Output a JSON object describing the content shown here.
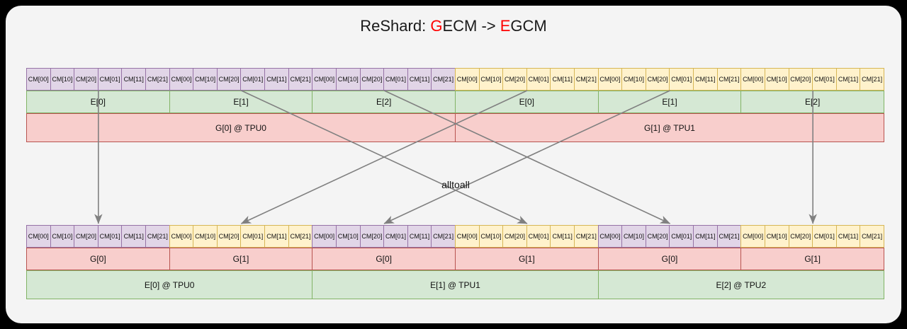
{
  "title": {
    "prefix": "ReShard: ",
    "src_head": "G",
    "src_rest": "ECM",
    "arrow": " -> ",
    "dst_head": "E",
    "dst_rest": "GCM"
  },
  "colors": {
    "background": "#000000",
    "panel": "#f4f4f4",
    "purple_fill": "#e1d5e7",
    "purple_stroke": "#9673a6",
    "yellow_fill": "#fff2cc",
    "yellow_stroke": "#d6b656",
    "green_fill": "#d5e8d4",
    "green_stroke": "#82b366",
    "red_fill": "#f8cecc",
    "red_stroke": "#b85450",
    "arrow": "#808080",
    "accent_red": "#ff0000"
  },
  "cell_labels": [
    "CM[00]",
    "CM[10]",
    "CM[20]",
    "CM[01]",
    "CM[11]",
    "CM[21]"
  ],
  "top": {
    "cells": [
      {
        "label": "CM[00]",
        "color": "purple"
      },
      {
        "label": "CM[10]",
        "color": "purple"
      },
      {
        "label": "CM[20]",
        "color": "purple"
      },
      {
        "label": "CM[01]",
        "color": "purple"
      },
      {
        "label": "CM[11]",
        "color": "purple"
      },
      {
        "label": "CM[21]",
        "color": "purple"
      },
      {
        "label": "CM[00]",
        "color": "purple"
      },
      {
        "label": "CM[10]",
        "color": "purple"
      },
      {
        "label": "CM[20]",
        "color": "purple"
      },
      {
        "label": "CM[01]",
        "color": "purple"
      },
      {
        "label": "CM[11]",
        "color": "purple"
      },
      {
        "label": "CM[21]",
        "color": "purple"
      },
      {
        "label": "CM[00]",
        "color": "purple"
      },
      {
        "label": "CM[10]",
        "color": "purple"
      },
      {
        "label": "CM[20]",
        "color": "purple"
      },
      {
        "label": "CM[01]",
        "color": "purple"
      },
      {
        "label": "CM[11]",
        "color": "purple"
      },
      {
        "label": "CM[21]",
        "color": "purple"
      },
      {
        "label": "CM[00]",
        "color": "yellow"
      },
      {
        "label": "CM[10]",
        "color": "yellow"
      },
      {
        "label": "CM[20]",
        "color": "yellow"
      },
      {
        "label": "CM[01]",
        "color": "yellow"
      },
      {
        "label": "CM[11]",
        "color": "yellow"
      },
      {
        "label": "CM[21]",
        "color": "yellow"
      },
      {
        "label": "CM[00]",
        "color": "yellow"
      },
      {
        "label": "CM[10]",
        "color": "yellow"
      },
      {
        "label": "CM[20]",
        "color": "yellow"
      },
      {
        "label": "CM[01]",
        "color": "yellow"
      },
      {
        "label": "CM[11]",
        "color": "yellow"
      },
      {
        "label": "CM[21]",
        "color": "yellow"
      },
      {
        "label": "CM[00]",
        "color": "yellow"
      },
      {
        "label": "CM[10]",
        "color": "yellow"
      },
      {
        "label": "CM[20]",
        "color": "yellow"
      },
      {
        "label": "CM[01]",
        "color": "yellow"
      },
      {
        "label": "CM[11]",
        "color": "yellow"
      },
      {
        "label": "CM[21]",
        "color": "yellow"
      }
    ],
    "expert_segments": [
      {
        "label": "E[0]",
        "color": "green"
      },
      {
        "label": "E[1]",
        "color": "green"
      },
      {
        "label": "E[2]",
        "color": "green"
      },
      {
        "label": "E[0]",
        "color": "green"
      },
      {
        "label": "E[1]",
        "color": "green"
      },
      {
        "label": "E[2]",
        "color": "green"
      }
    ],
    "device_segments": [
      {
        "label": "G[0] @ TPU0",
        "color": "red"
      },
      {
        "label": "G[1] @ TPU1",
        "color": "red"
      }
    ]
  },
  "bottom": {
    "cells": [
      {
        "label": "CM[00]",
        "color": "purple"
      },
      {
        "label": "CM[10]",
        "color": "purple"
      },
      {
        "label": "CM[20]",
        "color": "purple"
      },
      {
        "label": "CM[01]",
        "color": "purple"
      },
      {
        "label": "CM[11]",
        "color": "purple"
      },
      {
        "label": "CM[21]",
        "color": "purple"
      },
      {
        "label": "CM[00]",
        "color": "yellow"
      },
      {
        "label": "CM[10]",
        "color": "yellow"
      },
      {
        "label": "CM[20]",
        "color": "yellow"
      },
      {
        "label": "CM[01]",
        "color": "yellow"
      },
      {
        "label": "CM[11]",
        "color": "yellow"
      },
      {
        "label": "CM[21]",
        "color": "yellow"
      },
      {
        "label": "CM[00]",
        "color": "purple"
      },
      {
        "label": "CM[10]",
        "color": "purple"
      },
      {
        "label": "CM[20]",
        "color": "purple"
      },
      {
        "label": "CM[01]",
        "color": "purple"
      },
      {
        "label": "CM[11]",
        "color": "purple"
      },
      {
        "label": "CM[21]",
        "color": "purple"
      },
      {
        "label": "CM[00]",
        "color": "yellow"
      },
      {
        "label": "CM[10]",
        "color": "yellow"
      },
      {
        "label": "CM[20]",
        "color": "yellow"
      },
      {
        "label": "CM[01]",
        "color": "yellow"
      },
      {
        "label": "CM[11]",
        "color": "yellow"
      },
      {
        "label": "CM[21]",
        "color": "yellow"
      },
      {
        "label": "CM[00]",
        "color": "purple"
      },
      {
        "label": "CM[10]",
        "color": "purple"
      },
      {
        "label": "CM[20]",
        "color": "purple"
      },
      {
        "label": "CM[01]",
        "color": "purple"
      },
      {
        "label": "CM[11]",
        "color": "purple"
      },
      {
        "label": "CM[21]",
        "color": "purple"
      },
      {
        "label": "CM[00]",
        "color": "yellow"
      },
      {
        "label": "CM[10]",
        "color": "yellow"
      },
      {
        "label": "CM[20]",
        "color": "yellow"
      },
      {
        "label": "CM[01]",
        "color": "yellow"
      },
      {
        "label": "CM[11]",
        "color": "yellow"
      },
      {
        "label": "CM[21]",
        "color": "yellow"
      }
    ],
    "group_segments": [
      {
        "label": "G[0]",
        "color": "red"
      },
      {
        "label": "G[1]",
        "color": "red"
      },
      {
        "label": "G[0]",
        "color": "red"
      },
      {
        "label": "G[1]",
        "color": "red"
      },
      {
        "label": "G[0]",
        "color": "red"
      },
      {
        "label": "G[1]",
        "color": "red"
      }
    ],
    "device_segments": [
      {
        "label": "E[0] @ TPU0",
        "color": "green"
      },
      {
        "label": "E[1] @ TPU1",
        "color": "green"
      },
      {
        "label": "E[2] @ TPU2",
        "color": "green"
      }
    ]
  },
  "operation_label": "alltoall",
  "arrows": [
    {
      "from_index": 0,
      "to_index": 0
    },
    {
      "from_index": 1,
      "to_index": 3
    },
    {
      "from_index": 2,
      "to_index": 4
    },
    {
      "from_index": 3,
      "to_index": 1
    },
    {
      "from_index": 4,
      "to_index": 2
    },
    {
      "from_index": 5,
      "to_index": 5
    }
  ]
}
